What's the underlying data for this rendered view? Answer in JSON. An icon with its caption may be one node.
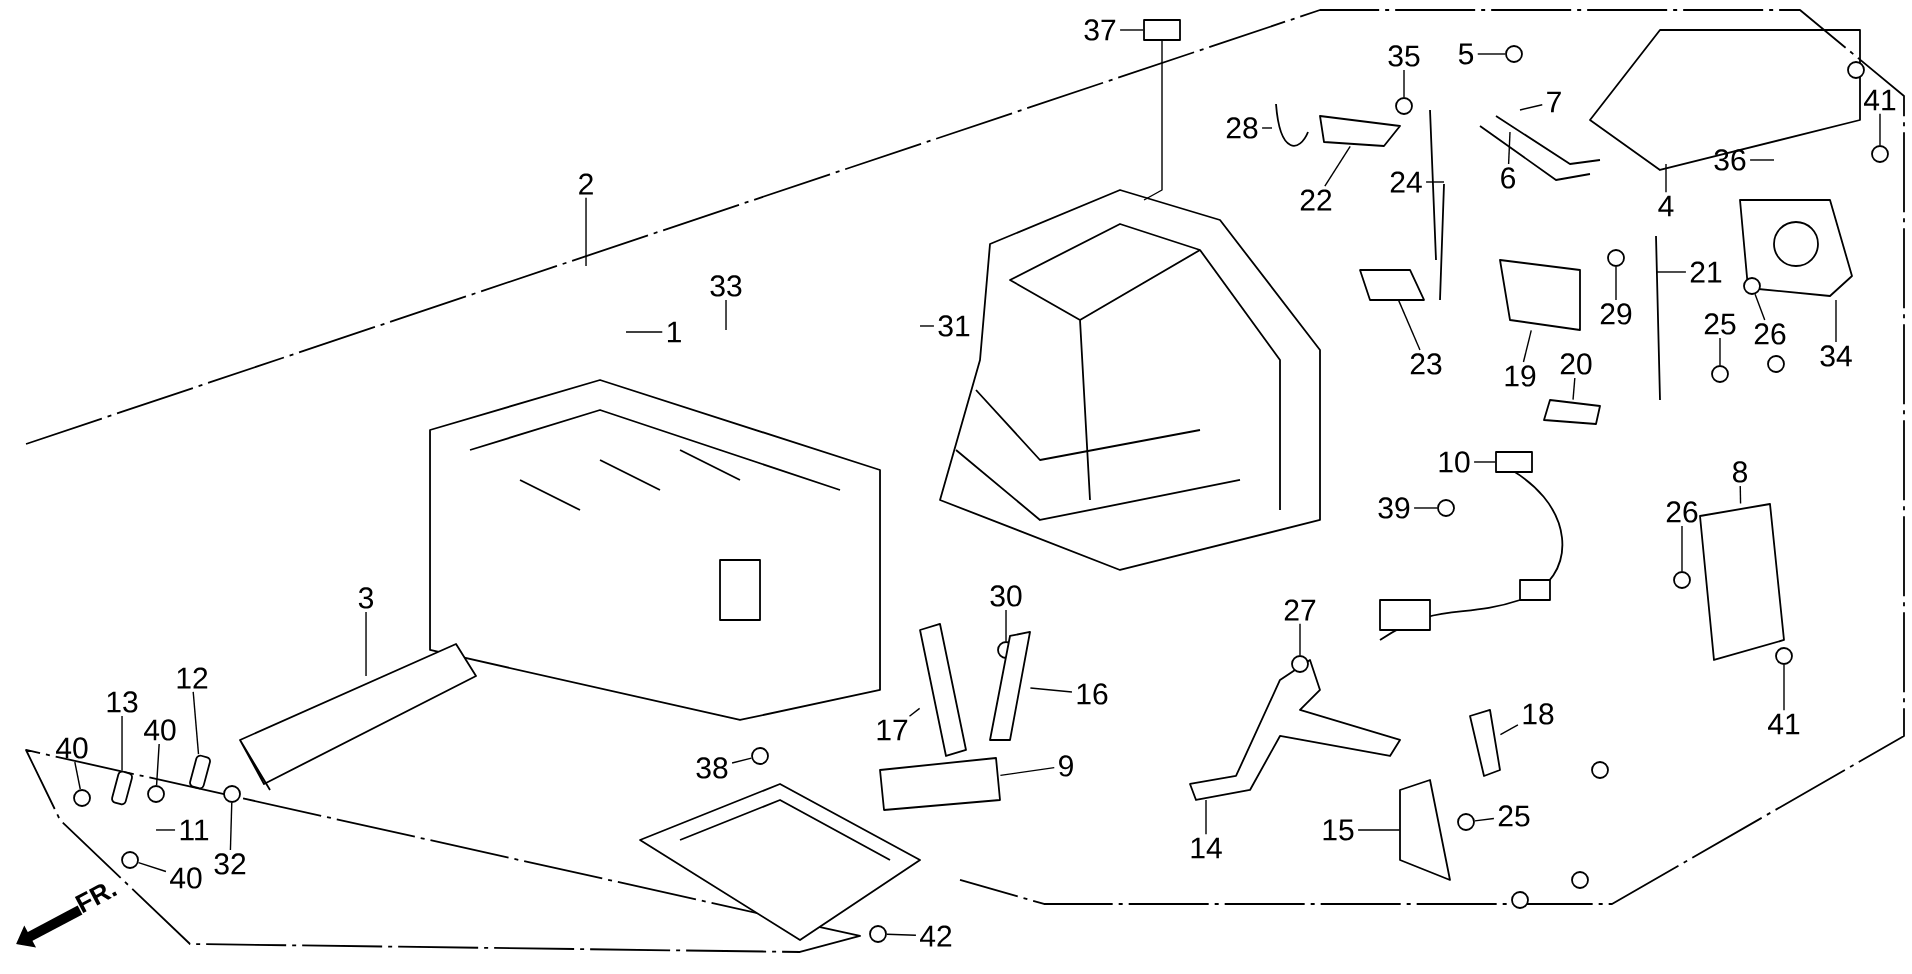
{
  "diagram": {
    "nodes": [
      {
        "text": [
          "37"
        ]
      },
      {
        "text": [
          "35"
        ]
      },
      {
        "text": [
          "5"
        ]
      },
      {
        "text": [
          "28"
        ]
      },
      {
        "text": [
          "7"
        ]
      },
      {
        "text": [
          "41"
        ]
      },
      {
        "text": [
          "22"
        ]
      },
      {
        "text": [
          "24"
        ]
      },
      {
        "text": [
          "6"
        ]
      },
      {
        "text": [
          "4"
        ]
      },
      {
        "text": [
          "36"
        ]
      },
      {
        "text": [
          "2"
        ]
      },
      {
        "text": [
          "21"
        ]
      },
      {
        "text": [
          "33"
        ]
      },
      {
        "text": [
          "29"
        ]
      },
      {
        "text": [
          "1"
        ]
      },
      {
        "text": [
          "31"
        ]
      },
      {
        "text": [
          "26"
        ]
      },
      {
        "text": [
          "25"
        ]
      },
      {
        "text": [
          "23"
        ]
      },
      {
        "text": [
          "20"
        ]
      },
      {
        "text": [
          "34"
        ]
      },
      {
        "text": [
          "19"
        ]
      },
      {
        "text": [
          "10"
        ]
      },
      {
        "text": [
          "8"
        ]
      },
      {
        "text": [
          "39"
        ]
      },
      {
        "text": [
          "26"
        ]
      },
      {
        "text": [
          "30"
        ]
      },
      {
        "text": [
          "3"
        ]
      },
      {
        "text": [
          "27"
        ]
      },
      {
        "text": [
          "12"
        ]
      },
      {
        "text": [
          "16"
        ]
      },
      {
        "text": [
          "13"
        ]
      },
      {
        "text": [
          "18"
        ]
      },
      {
        "text": [
          "41"
        ]
      },
      {
        "text": [
          "40"
        ]
      },
      {
        "text": [
          "40"
        ]
      },
      {
        "text": [
          "17"
        ]
      },
      {
        "text": [
          "9"
        ]
      },
      {
        "text": [
          "38"
        ]
      },
      {
        "text": [
          "25"
        ]
      },
      {
        "text": [
          "11"
        ]
      },
      {
        "text": [
          "15"
        ]
      },
      {
        "text": [
          "14"
        ]
      },
      {
        "text": [
          "32"
        ]
      },
      {
        "text": [
          "40"
        ]
      },
      {
        "text": [
          "42"
        ]
      },
      {
        "text": [],
        "shape": "circle"
      },
      {
        "text": [],
        "shape": "picture"
      },
      {
        "text": [],
        "shape": "circle"
      },
      {
        "text": [],
        "shape": "circle"
      },
      {
        "text": [],
        "shape": "picture"
      },
      {
        "text": [],
        "shape": "circle"
      },
      {
        "text": [],
        "shape": "circle"
      },
      {
        "text": [],
        "shape": "circle"
      },
      {
        "text": [],
        "shape": "circle"
      },
      {
        "text": [],
        "shape": "box"
      },
      {
        "text": [],
        "shape": "circle"
      },
      {
        "text": [],
        "shape": "circle"
      },
      {
        "text": [],
        "shape": "circle"
      },
      {
        "text": [],
        "shape": "circle"
      },
      {
        "text": [],
        "shape": "box"
      },
      {
        "text": [],
        "shape": "circle"
      },
      {
        "text": [],
        "shape": "circle"
      },
      {
        "text": [],
        "shape": "circle"
      },
      {
        "text": [],
        "shape": "circle"
      },
      {
        "text": [],
        "shape": "circle"
      },
      {
        "text": [],
        "shape": "circle"
      },
      {
        "text": [],
        "shape": "circle"
      },
      {
        "text": [],
        "shape": "picture"
      },
      {
        "text": [],
        "shape": "box"
      },
      {
        "text": [],
        "shape": "picture"
      },
      {
        "text": [],
        "shape": "picture"
      },
      {
        "text": [],
        "shape": "picture"
      },
      {
        "text": [],
        "shape": "picture"
      },
      {
        "text": [],
        "shape": "picture"
      },
      {
        "text": [],
        "shape": "picture"
      },
      {
        "text": [],
        "shape": "box"
      },
      {
        "text": [],
        "shape": "box"
      }
    ],
    "edges": [
      {
        "from": 0,
        "to": 56,
        "arrow": "none"
      },
      {
        "from": 1,
        "to": 58,
        "arrow": "none"
      },
      {
        "from": 2,
        "to": 62,
        "arrow": "none"
      },
      {
        "from": 3,
        "to": null,
        "arrow": "none"
      },
      {
        "from": 4,
        "to": null,
        "arrow": "none"
      },
      {
        "from": 5,
        "to": 68,
        "arrow": "none"
      },
      {
        "from": 6,
        "to": 69,
        "arrow": "none"
      },
      {
        "from": 7,
        "to": null,
        "arrow": "none"
      },
      {
        "from": 8,
        "to": null,
        "arrow": "none"
      },
      {
        "from": 9,
        "to": null,
        "arrow": "none"
      },
      {
        "from": 10,
        "to": null,
        "arrow": "none"
      },
      {
        "from": 11,
        "to": null,
        "arrow": "none"
      },
      {
        "from": 12,
        "to": null,
        "arrow": "none"
      },
      {
        "from": 13,
        "to": null,
        "arrow": "none"
      },
      {
        "from": 14,
        "to": 63,
        "arrow": "none"
      },
      {
        "from": 15,
        "to": null,
        "arrow": "none"
      },
      {
        "from": 16,
        "to": null,
        "arrow": "none"
      },
      {
        "from": 17,
        "to": 66,
        "arrow": "none"
      },
      {
        "from": 18,
        "to": 65,
        "arrow": "none"
      },
      {
        "from": 19,
        "to": 70,
        "arrow": "none"
      },
      {
        "from": 20,
        "to": 72,
        "arrow": "none"
      },
      {
        "from": 21,
        "to": null,
        "arrow": "none"
      },
      {
        "from": 22,
        "to": 71,
        "arrow": "none"
      },
      {
        "from": 23,
        "to": 61,
        "arrow": "none"
      },
      {
        "from": 24,
        "to": 78,
        "arrow": "none"
      },
      {
        "from": 25,
        "to": 59,
        "arrow": "none"
      },
      {
        "from": 26,
        "to": 64,
        "arrow": "none"
      },
      {
        "from": 27,
        "to": 55,
        "arrow": "none"
      },
      {
        "from": 28,
        "to": null,
        "arrow": "none"
      },
      {
        "from": 29,
        "to": 57,
        "arrow": "none"
      },
      {
        "from": 30,
        "to": 51,
        "arrow": "none"
      },
      {
        "from": 31,
        "to": 76,
        "arrow": "none"
      },
      {
        "from": 32,
        "to": 48,
        "arrow": "none"
      },
      {
        "from": 33,
        "to": 73,
        "arrow": "none"
      },
      {
        "from": 34,
        "to": 67,
        "arrow": "none"
      },
      {
        "from": 35,
        "to": 47,
        "arrow": "none"
      },
      {
        "from": 36,
        "to": 50,
        "arrow": "none"
      },
      {
        "from": 37,
        "to": 75,
        "arrow": "none"
      },
      {
        "from": 38,
        "to": 77,
        "arrow": "none"
      },
      {
        "from": 39,
        "to": 53,
        "arrow": "none"
      },
      {
        "from": 40,
        "to": 60,
        "arrow": "none"
      },
      {
        "from": 41,
        "to": null,
        "arrow": "none"
      },
      {
        "from": 42,
        "to": 74,
        "arrow": "none"
      },
      {
        "from": 43,
        "to": null,
        "arrow": "none"
      },
      {
        "from": 44,
        "to": 52,
        "arrow": "none"
      },
      {
        "from": 45,
        "to": 49,
        "arrow": "none"
      },
      {
        "from": 46,
        "to": 54,
        "arrow": "none"
      },
      {
        "from": 56,
        "to": null,
        "arrow": "none"
      }
    ],
    "labels": [
      "FR."
    ]
  }
}
